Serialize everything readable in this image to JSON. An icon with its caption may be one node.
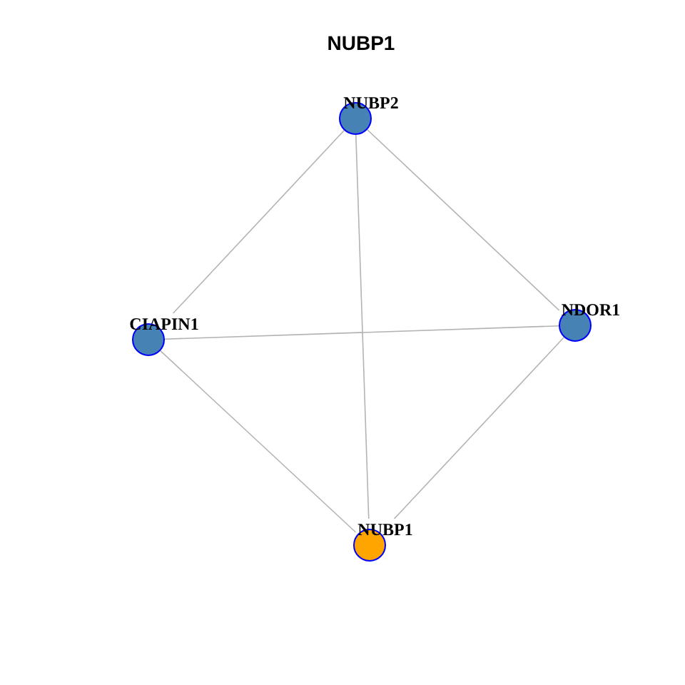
{
  "diagram": {
    "title": "NUBP1",
    "nodes": [
      {
        "text": [
          "NUBP2"
        ]
      },
      {
        "text": [
          "CIAPIN1"
        ]
      },
      {
        "text": [
          "NDOR1"
        ]
      },
      {
        "text": [
          "NUBP1"
        ]
      }
    ],
    "edges": [
      {
        "from": 0,
        "to": 1,
        "arrow": "none"
      },
      {
        "from": 0,
        "to": 2,
        "arrow": "none"
      },
      {
        "from": 0,
        "to": 3,
        "arrow": "none"
      },
      {
        "from": 1,
        "to": 2,
        "arrow": "none"
      },
      {
        "from": 1,
        "to": 3,
        "arrow": "none"
      },
      {
        "from": 2,
        "to": 3,
        "arrow": "none"
      }
    ]
  }
}
